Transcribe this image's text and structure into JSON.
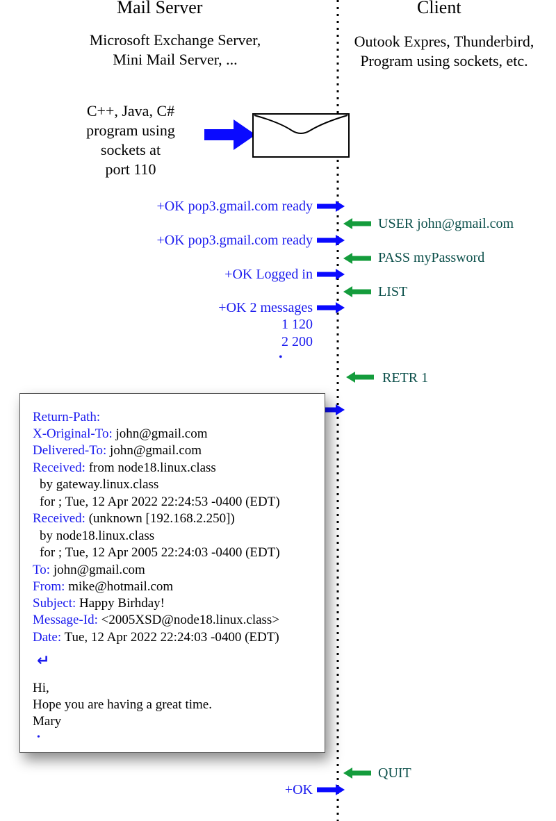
{
  "columns": {
    "server_title": "Mail Server",
    "client_title": "Client",
    "server_examples": [
      "Microsoft Exchange Server,",
      "Mini Mail Server, ..."
    ],
    "client_examples": [
      "Outook Expres, Thunderbird,",
      "Program using sockets, etc."
    ]
  },
  "program_note": [
    "C++, Java, C#",
    "program using",
    "sockets at",
    "port 110"
  ],
  "exchange": {
    "server_ready_1": "+OK pop3.gmail.com ready",
    "client_user": "USER john@gmail.com",
    "server_ready_2": "+OK pop3.gmail.com ready",
    "client_pass": "PASS myPassword",
    "server_logged": "+OK Logged in",
    "client_list": "LIST",
    "server_messages": "+OK 2 messages",
    "list_items": [
      "1 120",
      "2 200"
    ],
    "list_terminator": "•",
    "client_retr": "RETR 1",
    "client_quit": "QUIT",
    "server_final_ok": "+OK"
  },
  "message": {
    "headers": [
      {
        "name": "Return-Path:",
        "value": ""
      },
      {
        "name": "X-Original-To:",
        "value": " john@gmail.com"
      },
      {
        "name": "Delivered-To:",
        "value": " john@gmail.com"
      },
      {
        "name": "Received:",
        "value": " from node18.linux.class"
      },
      {
        "name": "",
        "value": "  by gateway.linux.class"
      },
      {
        "name": "",
        "value": "  for ; Tue, 12 Apr 2022 22:24:53 -0400 (EDT)"
      },
      {
        "name": "Received:",
        "value": " (unknown [192.168.2.250])"
      },
      {
        "name": "",
        "value": "  by node18.linux.class"
      },
      {
        "name": "",
        "value": "  for ; Tue, 12 Apr 2005 22:24:03 -0400 (EDT)"
      },
      {
        "name": "To:",
        "value": " john@gmail.com"
      },
      {
        "name": "From:",
        "value": " mike@hotmail.com"
      },
      {
        "name": "Subject:",
        "value": " Happy Birhday!"
      },
      {
        "name": "Message-Id:",
        "value": " <2005XSD@node18.linux.class>"
      },
      {
        "name": "Date:",
        "value": " Tue, 12 Apr 2022 22:24:03 -0400 (EDT)"
      }
    ],
    "blank_line_symbol": "↵",
    "body": [
      "Hi,",
      "Hope you are having a great time.",
      "Mary"
    ],
    "terminator": "•"
  },
  "colors": {
    "server_text": "#1a1aee",
    "client_text": "#0b4f4a",
    "server_arrow": "#0a0aff",
    "client_arrow": "#149c3c"
  }
}
